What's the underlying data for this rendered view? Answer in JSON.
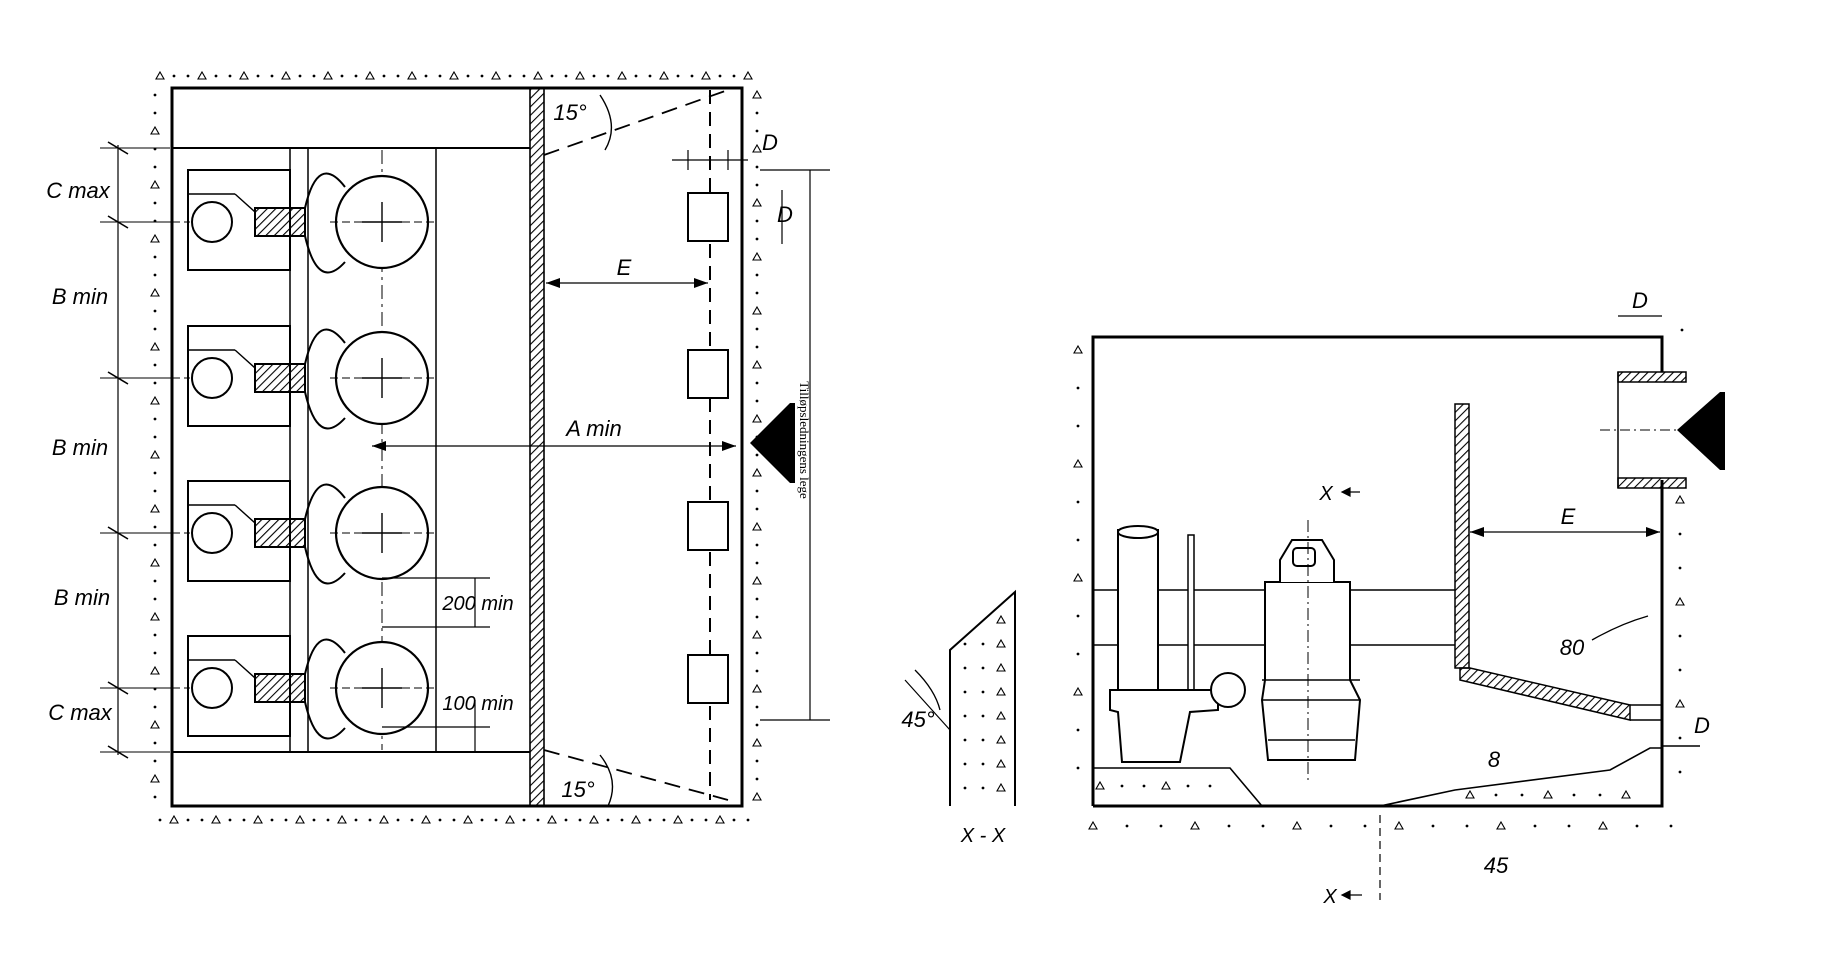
{
  "plan": {
    "labels": {
      "c_max_top": "C max",
      "b_min_1": "B min",
      "b_min_2": "B min",
      "b_min_3": "B min",
      "c_max_bottom": "C max",
      "angle_top": "15°",
      "angle_bottom": "15°",
      "d_top": "D",
      "d_side": "D",
      "e": "E",
      "a_min": "A min",
      "dim_200": "200 min",
      "dim_100": "100 min",
      "vertical_text": "Tilløpsledningens lege"
    }
  },
  "section_xx": {
    "labels": {
      "angle": "45°",
      "caption": "X - X"
    }
  },
  "elevation": {
    "labels": {
      "d_top": "D",
      "e": "E",
      "dim_80": "80",
      "d_right": "D",
      "dim_8": "8",
      "angle_45": "45",
      "x_upper": "X",
      "x_lower": "X"
    }
  },
  "colors": {
    "ink": "#000000",
    "paper": "#ffffff"
  }
}
